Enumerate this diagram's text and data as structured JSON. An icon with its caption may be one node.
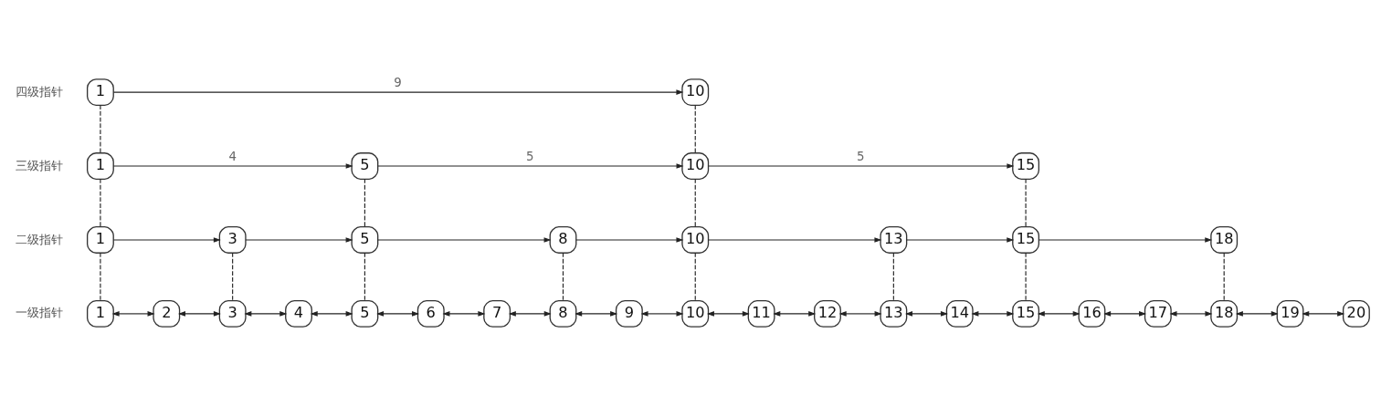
{
  "diagram": {
    "nodes": [
      {
        "text": [
          "1"
        ]
      },
      {
        "text": [
          "10"
        ]
      },
      {
        "text": [
          "1"
        ]
      },
      {
        "text": [
          "5"
        ]
      },
      {
        "text": [
          "10"
        ]
      },
      {
        "text": [
          "15"
        ]
      },
      {
        "text": [
          "1"
        ]
      },
      {
        "text": [
          "3"
        ]
      },
      {
        "text": [
          "5"
        ]
      },
      {
        "text": [
          "8"
        ]
      },
      {
        "text": [
          "10"
        ]
      },
      {
        "text": [
          "13"
        ]
      },
      {
        "text": [
          "15"
        ]
      },
      {
        "text": [
          "18"
        ]
      },
      {
        "text": [
          "1"
        ]
      },
      {
        "text": [
          "2"
        ]
      },
      {
        "text": [
          "3"
        ]
      },
      {
        "text": [
          "4"
        ]
      },
      {
        "text": [
          "5"
        ]
      },
      {
        "text": [
          "6"
        ]
      },
      {
        "text": [
          "7"
        ]
      },
      {
        "text": [
          "8"
        ]
      },
      {
        "text": [
          "9"
        ]
      },
      {
        "text": [
          "10"
        ]
      },
      {
        "text": [
          "11"
        ]
      },
      {
        "text": [
          "12"
        ]
      },
      {
        "text": [
          "13"
        ]
      },
      {
        "text": [
          "14"
        ]
      },
      {
        "text": [
          "15"
        ]
      },
      {
        "text": [
          "16"
        ]
      },
      {
        "text": [
          "17"
        ]
      },
      {
        "text": [
          "18"
        ]
      },
      {
        "text": [
          "19"
        ]
      },
      {
        "text": [
          "20"
        ]
      }
    ],
    "edges": [
      {
        "from": 0,
        "to": 1,
        "arrow": "to",
        "label": "9"
      },
      {
        "from": 0,
        "to": 2,
        "arrow": "none",
        "style": "dashed"
      },
      {
        "from": 1,
        "to": 4,
        "arrow": "none",
        "style": "dashed"
      },
      {
        "from": 2,
        "to": 3,
        "arrow": "to",
        "label": "4"
      },
      {
        "from": 3,
        "to": 4,
        "arrow": "to",
        "label": "5"
      },
      {
        "from": 4,
        "to": 5,
        "arrow": "to",
        "label": "5"
      },
      {
        "from": 2,
        "to": 6,
        "arrow": "none",
        "style": "dashed"
      },
      {
        "from": 3,
        "to": 8,
        "arrow": "none",
        "style": "dashed"
      },
      {
        "from": 4,
        "to": 10,
        "arrow": "none",
        "style": "dashed"
      },
      {
        "from": 5,
        "to": 12,
        "arrow": "none",
        "style": "dashed"
      },
      {
        "from": 6,
        "to": 7,
        "arrow": "to"
      },
      {
        "from": 7,
        "to": 8,
        "arrow": "to"
      },
      {
        "from": 8,
        "to": 9,
        "arrow": "to"
      },
      {
        "from": 9,
        "to": 10,
        "arrow": "to"
      },
      {
        "from": 10,
        "to": 11,
        "arrow": "to"
      },
      {
        "from": 11,
        "to": 12,
        "arrow": "to"
      },
      {
        "from": 12,
        "to": 13,
        "arrow": "to"
      },
      {
        "from": 6,
        "to": 14,
        "arrow": "none",
        "style": "dashed"
      },
      {
        "from": 7,
        "to": 16,
        "arrow": "none",
        "style": "dashed"
      },
      {
        "from": 8,
        "to": 18,
        "arrow": "none",
        "style": "dashed"
      },
      {
        "from": 9,
        "to": 21,
        "arrow": "none",
        "style": "dashed"
      },
      {
        "from": 10,
        "to": 23,
        "arrow": "none",
        "style": "dashed"
      },
      {
        "from": 11,
        "to": 26,
        "arrow": "none",
        "style": "dashed"
      },
      {
        "from": 12,
        "to": 28,
        "arrow": "none",
        "style": "dashed"
      },
      {
        "from": 13,
        "to": 31,
        "arrow": "none",
        "style": "dashed"
      },
      {
        "from": 14,
        "to": 15,
        "arrow": "both"
      },
      {
        "from": 15,
        "to": 16,
        "arrow": "both"
      },
      {
        "from": 16,
        "to": 17,
        "arrow": "both"
      },
      {
        "from": 17,
        "to": 18,
        "arrow": "both"
      },
      {
        "from": 18,
        "to": 19,
        "arrow": "both"
      },
      {
        "from": 19,
        "to": 20,
        "arrow": "both"
      },
      {
        "from": 20,
        "to": 21,
        "arrow": "both"
      },
      {
        "from": 21,
        "to": 22,
        "arrow": "both"
      },
      {
        "from": 22,
        "to": 23,
        "arrow": "both"
      },
      {
        "from": 23,
        "to": 24,
        "arrow": "both"
      },
      {
        "from": 24,
        "to": 25,
        "arrow": "both"
      },
      {
        "from": 25,
        "to": 26,
        "arrow": "both"
      },
      {
        "from": 26,
        "to": 27,
        "arrow": "both"
      },
      {
        "from": 27,
        "to": 28,
        "arrow": "both"
      },
      {
        "from": 28,
        "to": 29,
        "arrow": "both"
      },
      {
        "from": 29,
        "to": 30,
        "arrow": "both"
      },
      {
        "from": 30,
        "to": 31,
        "arrow": "both"
      },
      {
        "from": 31,
        "to": 32,
        "arrow": "both"
      },
      {
        "from": 32,
        "to": 33,
        "arrow": "both"
      }
    ],
    "labels": [
      "四级指针",
      "三级指针",
      "二级指针",
      "一级指针"
    ]
  }
}
